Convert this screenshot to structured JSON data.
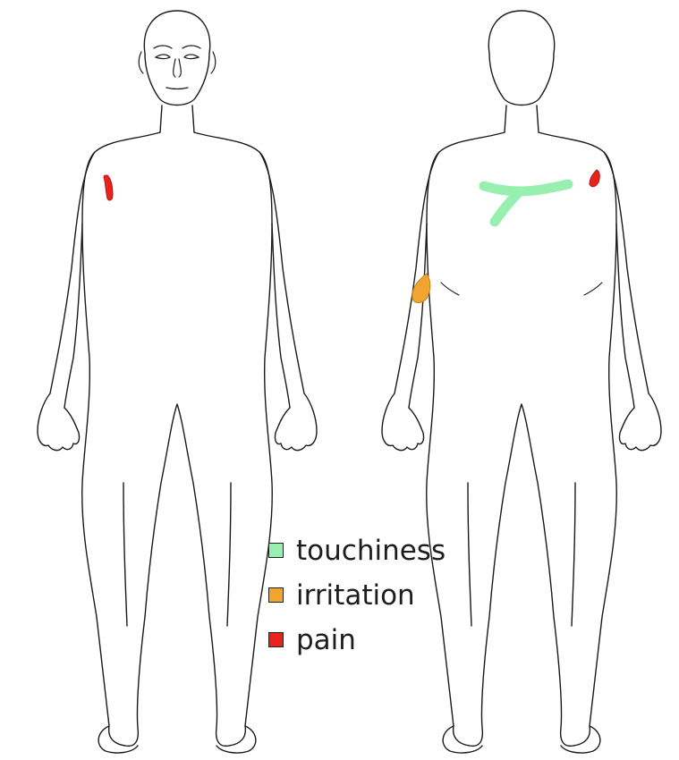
{
  "figure": {
    "views": [
      {
        "id": "front",
        "name": "front-view"
      },
      {
        "id": "back",
        "name": "back-view"
      }
    ]
  },
  "legend": {
    "items": [
      {
        "key": "touchiness",
        "label": "touchiness",
        "color": "#97f0b0"
      },
      {
        "key": "irritation",
        "label": "irritation",
        "color": "#f2a431"
      },
      {
        "key": "pain",
        "label": "pain",
        "color": "#e8221c"
      }
    ]
  },
  "markings": [
    {
      "view": "front",
      "region": "right upper arm",
      "symptom": "pain"
    },
    {
      "view": "back",
      "region": "upper back",
      "symptom": "touchiness"
    },
    {
      "view": "back",
      "region": "left elbow",
      "symptom": "irritation"
    },
    {
      "view": "back",
      "region": "right shoulder",
      "symptom": "pain"
    }
  ]
}
